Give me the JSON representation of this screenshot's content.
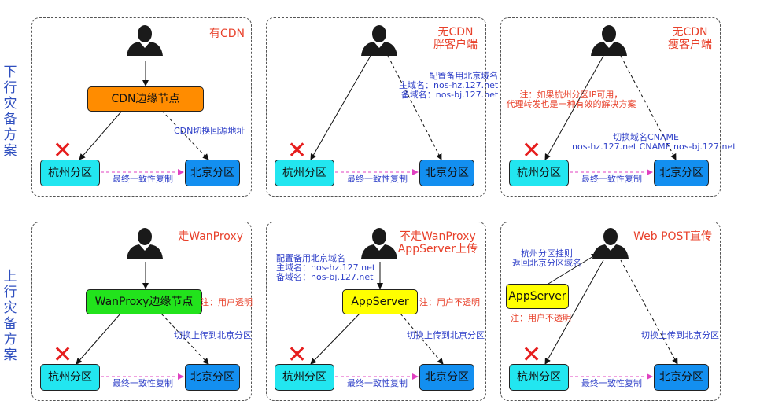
{
  "row_labels": {
    "downstream": [
      "下",
      "行",
      "灾",
      "备",
      "方",
      "案"
    ],
    "upstream": [
      "上",
      "行",
      "灾",
      "备",
      "方",
      "案"
    ]
  },
  "common": {
    "hz": "杭州分区",
    "bj": "北京分区",
    "replication": "最终一致性复制",
    "fail_mark": "✕"
  },
  "panels": {
    "p1": {
      "title": "有CDN",
      "edge": "CDN边缘节点",
      "switch": "CDN切换回源地址"
    },
    "p2": {
      "title": [
        "无CDN",
        "胖客户端"
      ],
      "config": [
        "配置备用北京域名",
        "主域名：nos-hz.127.net",
        "备域名：nos-bj.127.net"
      ]
    },
    "p3": {
      "title": [
        "无CDN",
        "瘦客户端"
      ],
      "note": [
        "注：如果杭州分区IP可用，",
        "代理转发也是一种有效的解决方案"
      ],
      "cname": [
        "切换域名CNAME",
        "nos-hz.127.net CNAME nos-bj.127.net"
      ]
    },
    "p4": {
      "title": "走WanProxy",
      "edge": "WanProxy边缘节点",
      "note": "注：用户透明",
      "switch": "切换上传到北京分区"
    },
    "p5": {
      "title": [
        "不走WanProxy",
        "AppServer上传"
      ],
      "config": [
        "配置备用北京域名",
        "主域名：nos-hz.127.net",
        "备域名：nos-bj.127.net"
      ],
      "app": "AppServer",
      "note": "注：用户不透明",
      "switch": "切换上传到北京分区"
    },
    "p6": {
      "title": "Web POST直传",
      "hint": [
        "杭州分区挂则",
        "返回北京分区域名"
      ],
      "app": "AppServer",
      "note": "注：用户不透明",
      "switch": "切换上传到北京分区"
    }
  },
  "colors": {
    "hz": "#22e6f0",
    "bj": "#138ff0",
    "cdn": "#ff8c00",
    "wanproxy": "#22e31c",
    "appserver": "#ffff00",
    "title": "#e8402a",
    "note_blue": "#2e3fc8",
    "replication_line": "#e040c0"
  },
  "icons": {
    "user": "user-silhouette-icon",
    "fail": "red-x-icon"
  }
}
